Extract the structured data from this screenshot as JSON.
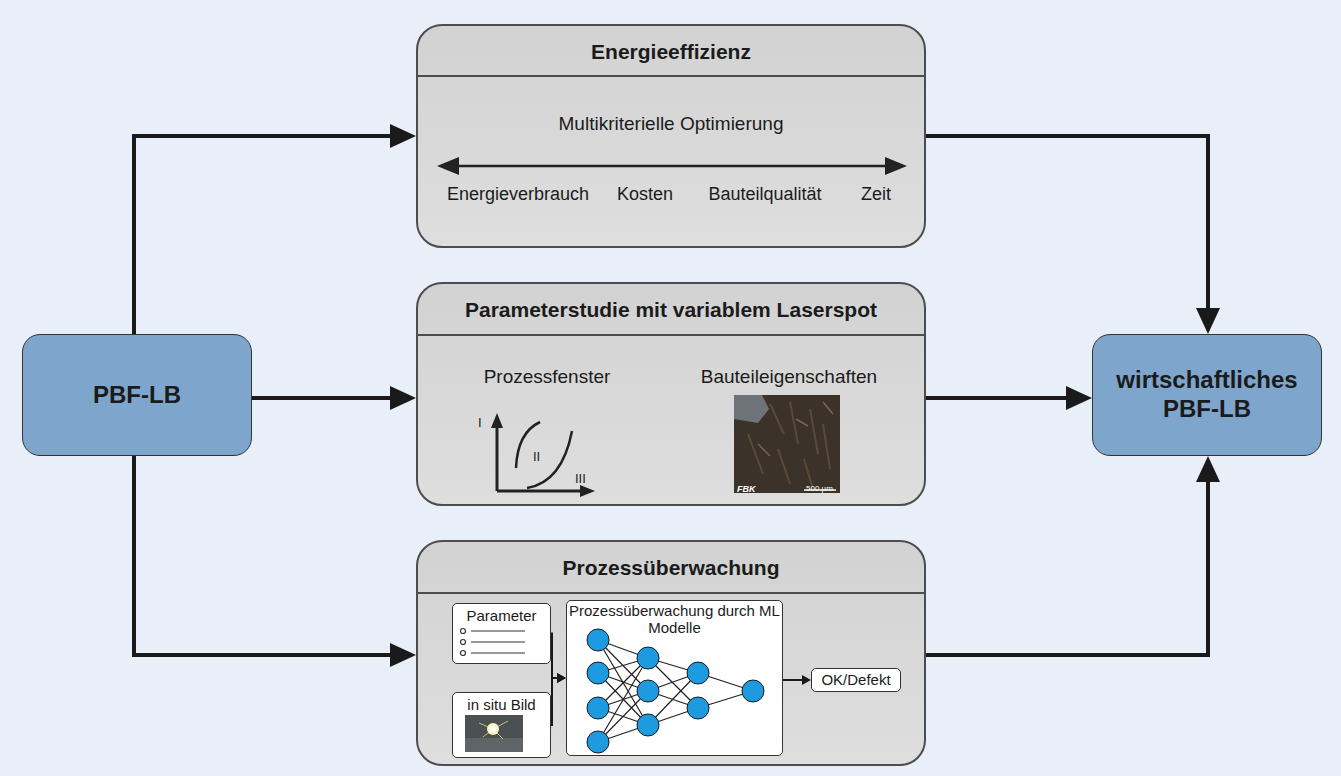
{
  "diagram": {
    "nodes": [
      {
        "text": [
          "PBF-LB"
        ]
      },
      {
        "text": [
          "Energieeffizienz",
          "Multikriterielle Optimierung",
          "Energieverbrauch",
          "Kosten",
          "Bauteilqualität",
          "Zeit"
        ]
      },
      {
        "text": [
          "Parameterstudie mit variablem Laserspot",
          "Prozessfenster",
          "Bauteileigenschaften"
        ]
      },
      {
        "text": [
          "Prozessüberwachung"
        ]
      },
      {
        "text": [
          "Parameter"
        ],
        "in": 3
      },
      {
        "text": [
          "in situ Bild"
        ],
        "in": 3
      },
      {
        "text": [
          "Prozessüberwachung durch ML Modelle"
        ],
        "in": 3
      },
      {
        "text": [
          "OK/Defekt"
        ],
        "in": 3
      },
      {
        "text": [
          "wirtschaftliches PBF-LB"
        ]
      }
    ],
    "edges": [
      {
        "from": 0,
        "to": 1,
        "arrow": "to"
      },
      {
        "from": 0,
        "to": 2,
        "arrow": "to"
      },
      {
        "from": 0,
        "to": 3,
        "arrow": "to"
      },
      {
        "from": 1,
        "to": 8,
        "arrow": "to"
      },
      {
        "from": 2,
        "to": 8,
        "arrow": "to"
      },
      {
        "from": 3,
        "to": 8,
        "arrow": "to"
      },
      {
        "from": 4,
        "to": 6,
        "arrow": "to"
      },
      {
        "from": 5,
        "to": 6,
        "arrow": "to"
      },
      {
        "from": 6,
        "to": 7,
        "arrow": "to"
      }
    ],
    "labels": [
      "I",
      "II",
      "III",
      "FBK",
      "500 µm"
    ]
  }
}
